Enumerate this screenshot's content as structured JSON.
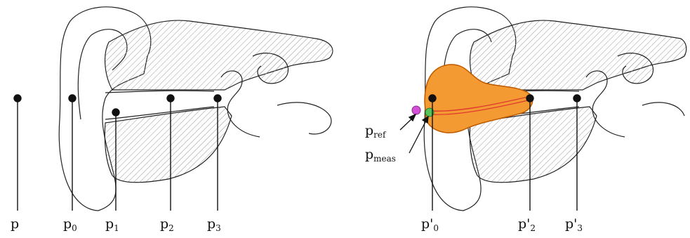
{
  "colors": {
    "tissue_hatch": "#9a9a9a",
    "outline": "#222222",
    "earplug": "#f39a32",
    "earplug_stroke": "#c05a00",
    "mic_ref": "#d24fd6",
    "mic_meas": "#58c35a",
    "tube": "#e03a2f"
  },
  "left_diagram": {
    "points": [
      {
        "base": "p",
        "sub": ""
      },
      {
        "base": "p",
        "sub": "0"
      },
      {
        "base": "p",
        "sub": "1"
      },
      {
        "base": "p",
        "sub": "2"
      },
      {
        "base": "p",
        "sub": "3"
      }
    ]
  },
  "right_diagram": {
    "points": [
      {
        "base": "p'",
        "sub": "0"
      },
      {
        "base": "p'",
        "sub": "2"
      },
      {
        "base": "p'",
        "sub": "3"
      }
    ],
    "callouts": [
      {
        "base": "p",
        "sub": "ref"
      },
      {
        "base": "p",
        "sub": "meas"
      }
    ]
  }
}
